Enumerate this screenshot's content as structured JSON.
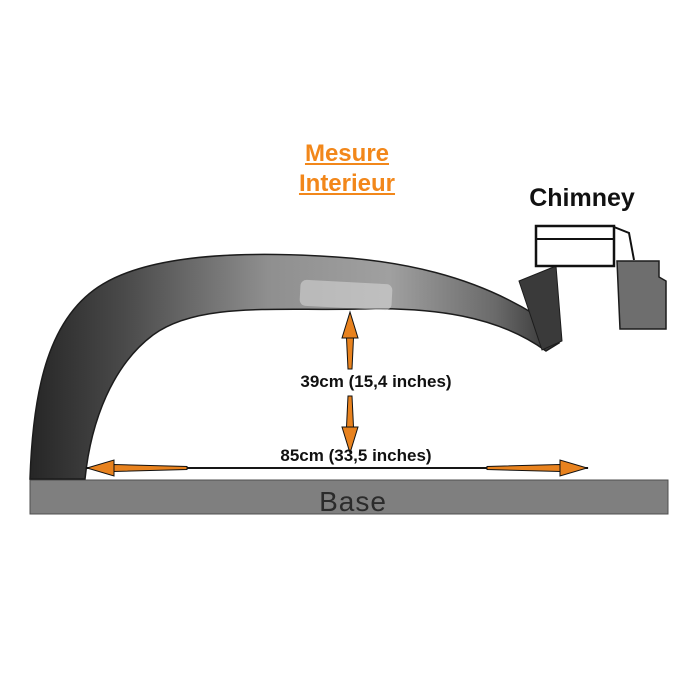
{
  "title": {
    "line1": "Mesure",
    "line2": "Interieur"
  },
  "chimney_label": "Chimney",
  "dimensions": {
    "height": "39cm (15,4 inches)",
    "width": "85cm (33,5 inches)"
  },
  "base_label": "Base",
  "colors": {
    "title_orange": "#F2871A",
    "arrow_orange": "#E8821E",
    "base_gray": "#7F7F7F",
    "chimney_gray": "#6E6E6E",
    "dome_dark": "#262626",
    "dome_light": "#A0A0A0",
    "outline_black": "#111111",
    "background_white": "#FFFFFF"
  }
}
